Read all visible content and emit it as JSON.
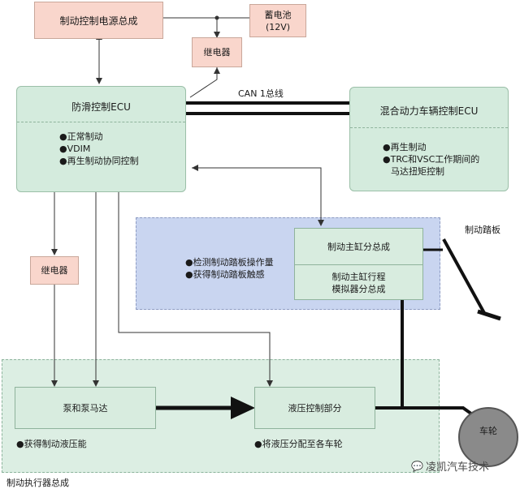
{
  "power_supply": "制动控制电源总成",
  "battery": "蓄电池",
  "battery_voltage": "(12V)",
  "relay_top": "继电器",
  "can_label": "CAN 1总线",
  "skid_ecu": {
    "title": "防滑控制ECU",
    "items": [
      "●正常制动",
      "●VDIM",
      "●再生制动协同控制"
    ]
  },
  "hybrid_ecu": {
    "title": "混合动力车辆控制ECU",
    "items": [
      "●再生制动",
      "●TRC和VSC工作期间的",
      "马达扭矩控制"
    ]
  },
  "relay_left": "继电器",
  "pedal_label": "制动踏板",
  "sensor_zone": {
    "items": [
      "●检测制动踏板操作量",
      "●获得制动踏板触感"
    ]
  },
  "master_cyl": {
    "top": "制动主缸分总成",
    "bottom_line1": "制动主缸行程",
    "bottom_line2": "模拟器分总成"
  },
  "pump": "泵和泵马达",
  "pump_note": "●获得制动液压能",
  "hydraulic": "液压控制部分",
  "hydraulic_note": "●将液压分配至各车轮",
  "wheel": "车轮",
  "actuator_label": "制动执行器总成",
  "watermark": "凌凯汽车技术"
}
